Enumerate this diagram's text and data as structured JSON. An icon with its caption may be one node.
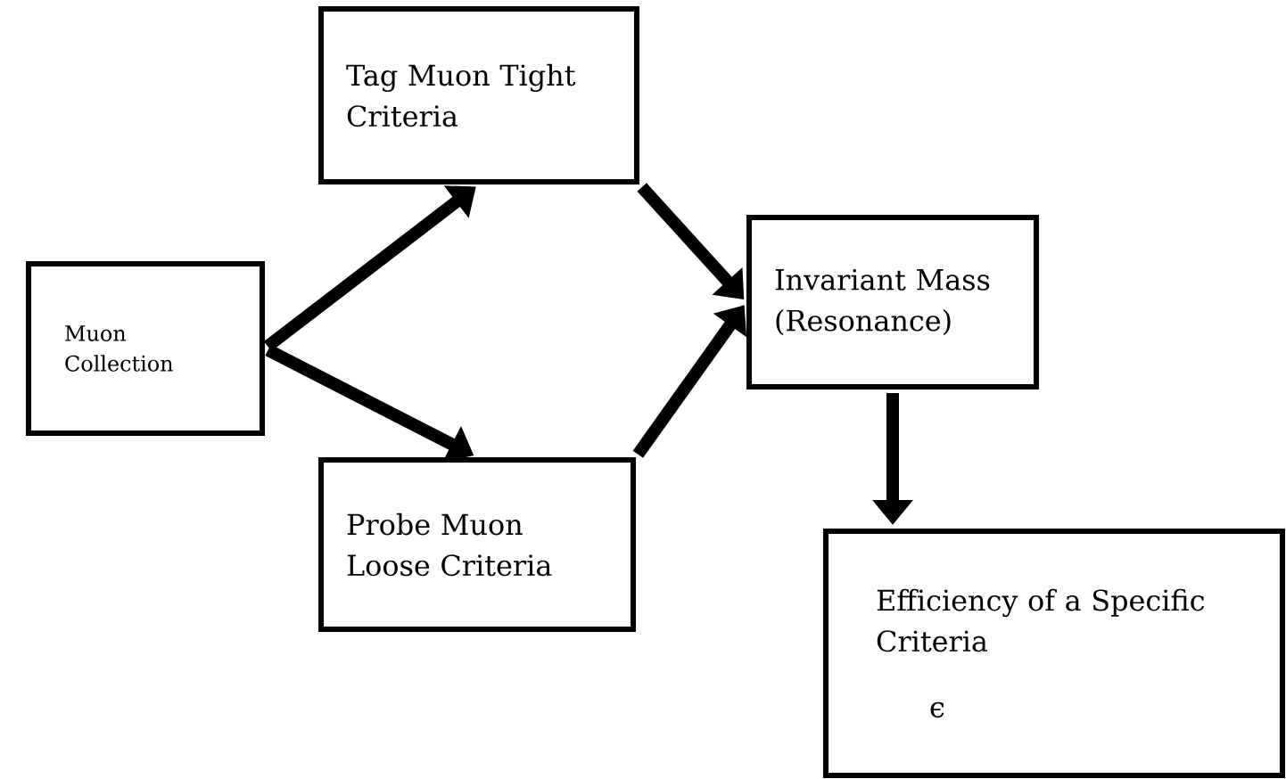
{
  "diagram": {
    "nodes": [
      {
        "text": [
          "Muon Collection"
        ]
      },
      {
        "text": [
          "Tag Muon Tight Criteria"
        ]
      },
      {
        "text": [
          "Probe Muon Loose Criteria"
        ]
      },
      {
        "text": [
          "Invariant Mass (Resonance)"
        ]
      },
      {
        "text": [
          "Efficiency of a Specific Criteria",
          "ϵ"
        ]
      }
    ],
    "edges": [
      {
        "from": 0,
        "to": 1,
        "arrow": "to"
      },
      {
        "from": 0,
        "to": 2,
        "arrow": "to"
      },
      {
        "from": 1,
        "to": 3,
        "arrow": "to"
      },
      {
        "from": 2,
        "to": 3,
        "arrow": "to"
      },
      {
        "from": 3,
        "to": 4,
        "arrow": "to"
      }
    ]
  }
}
